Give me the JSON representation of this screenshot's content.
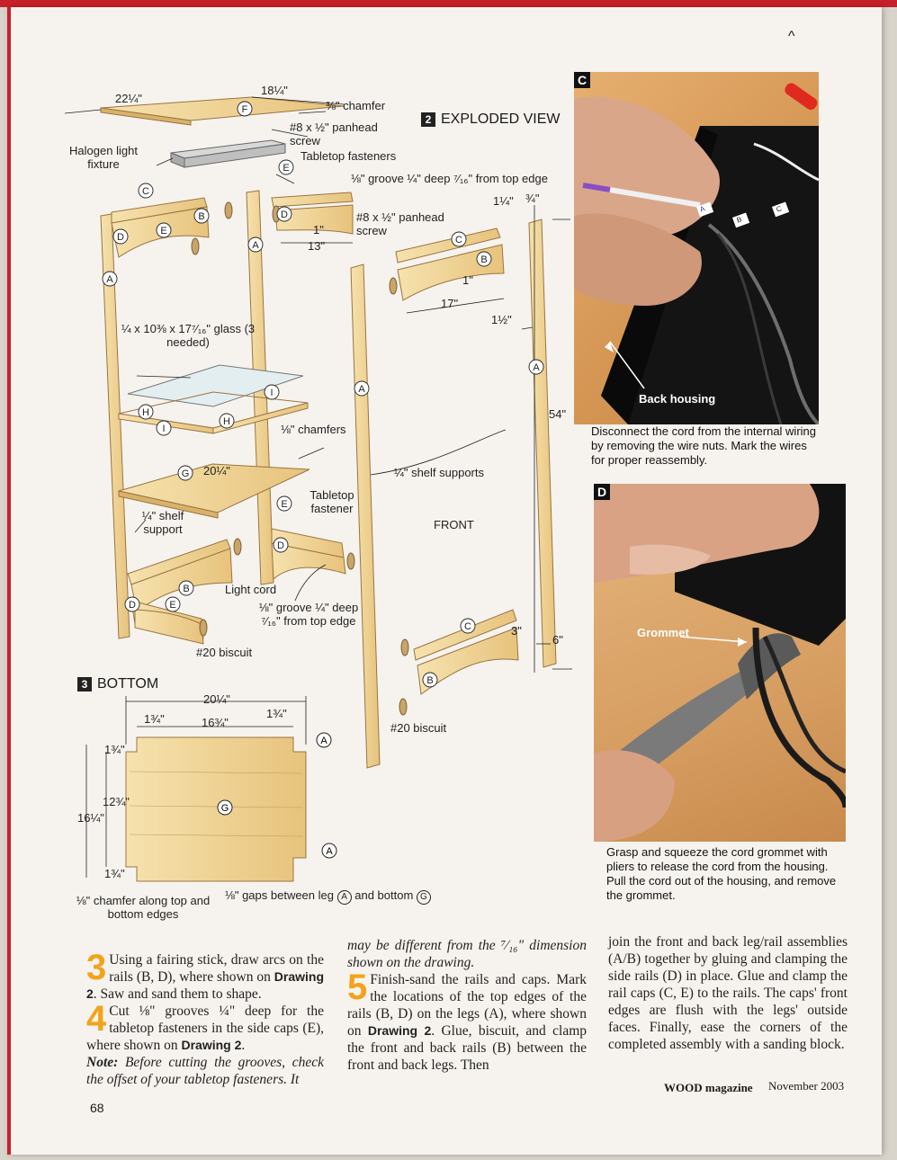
{
  "exploded_view": {
    "number": "2",
    "title": "EXPLODED VIEW",
    "labels": {
      "dim_22_1_4": "22¼\"",
      "dim_18_1_4": "18¼\"",
      "chamfer_3_8": "⅜\" chamfer",
      "screw_1": "#8 x ½\" panhead screw",
      "halogen": "Halogen light fixture",
      "tabletop_fasteners": "Tabletop fasteners",
      "groove_top": "⅛\" groove ¼\" deep ⁷⁄₁₆\" from top edge",
      "dim_1_1_4": "1¼\"",
      "dim_3_4": "¾\"",
      "dim_1": "1\"",
      "dim_13": "13\"",
      "screw_2": "#8 x ½\" panhead screw",
      "dim_1b": "1\"",
      "dim_17": "17\"",
      "dim_1_1_2": "1½\"",
      "glass": "¼ x 10⅜ x 17⁷⁄₁₆\" glass (3 needed)",
      "dim_54": "54\"",
      "chamfers_1_8": "⅛\" chamfers",
      "dim_20_1_4": "20¼\"",
      "shelf_supports": "¼\" shelf supports",
      "tabletop_fastener": "Tabletop fastener",
      "shelf_support": "¼\" shelf support",
      "front": "FRONT",
      "light_cord": "Light cord",
      "groove_bottom": "⅛\" groove ¼\" deep ⁷⁄₁₆\" from top edge",
      "biscuit_1": "#20 biscuit",
      "biscuit_2": "#20 biscuit",
      "dim_3": "3\"",
      "dim_6": "6\""
    },
    "part_letters": [
      "A",
      "B",
      "C",
      "D",
      "E",
      "F",
      "G",
      "H",
      "I"
    ]
  },
  "bottom_view": {
    "number": "3",
    "title": "BOTTOM",
    "labels": {
      "dim_20_1_4": "20¼\"",
      "dim_1_3_4_a": "1¾\"",
      "dim_16_3_4": "16¾\"",
      "dim_1_3_4_b": "1¾\"",
      "dim_1_3_4_c": "1¾\"",
      "dim_12_3_4": "12¾\"",
      "dim_16_1_4": "16¼\"",
      "dim_1_3_4_d": "1¾\"",
      "chamfer": "⅛\" chamfer along top and bottom edges",
      "gaps": "⅛\" gaps between leg",
      "gaps_and": "and bottom"
    }
  },
  "photo_c": {
    "tag": "C",
    "label": "Back housing",
    "caption": "Disconnect the cord from the internal wiring by removing the wire nuts. Mark the wires for proper reassembly.",
    "wire_tags": [
      "A",
      "B",
      "C"
    ]
  },
  "photo_d": {
    "tag": "D",
    "label": "Grommet",
    "caption": "Grasp and squeeze the cord grommet with pliers to release the cord from the housing. Pull the cord out of the housing, and remove the grommet."
  },
  "body": {
    "step3_num": "3",
    "step3_text_a": "Using a fairing stick, draw arcs on the rails (B, D), where shown on ",
    "step3_bold": "Drawing 2",
    "step3_text_b": ". Saw and sand them to shape.",
    "step4_num": "4",
    "step4_text_a": "Cut ⅛\" grooves ¼\" deep for the tabletop fasteners in the side caps (E), where shown on ",
    "step4_bold": "Drawing 2",
    "step4_text_b": ".",
    "note_label": "Note:",
    "note_text_a": " Before cutting the grooves, check the offset of your tabletop fasteners. It",
    "note_text_b": "may be different from the ⁷⁄₁₆\" dimension shown on the drawing.",
    "step5_num": "5",
    "step5_text_a": "Finish-sand the rails and caps. Mark the locations of the top edges of the rails (B, D) on the legs (A), where shown on ",
    "step5_bold": "Drawing 2",
    "step5_text_b": ". Glue, biscuit, and clamp the front and back rails (B) between the front and back legs. Then",
    "col3_text": "join the front and back leg/rail assemblies (A/B) together by gluing and clamping the side rails (D) in place. Glue and clamp the rail caps (C, E) to the rails. The caps' front edges are flush with the legs' outside faces. Finally, ease the corners of the completed assembly with a sanding block."
  },
  "footer": {
    "page_number": "68",
    "magazine": "WOOD magazine",
    "issue": "November 2003"
  },
  "colors": {
    "wood": "#f1d79a",
    "wood_edge": "#a9834a",
    "accent_red": "#c8202a",
    "step_orange": "#f3a31b"
  }
}
